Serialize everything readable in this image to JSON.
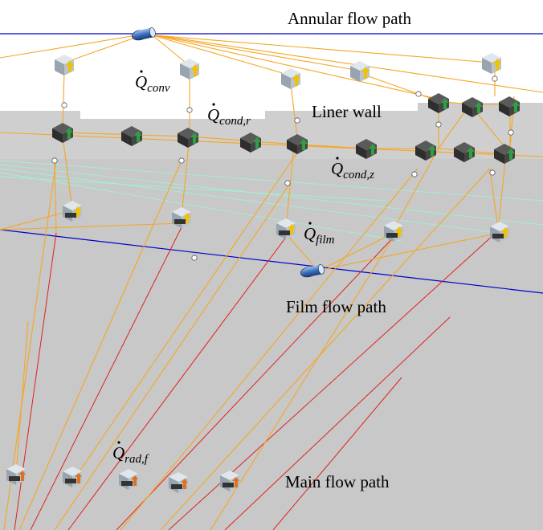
{
  "labels": {
    "annular_flow_path": "Annular flow path",
    "liner_wall": "Liner wall",
    "film_flow_path": "Film flow path",
    "main_flow_path": "Main flow path"
  },
  "heat_flows": {
    "conv": {
      "symbol": "Q",
      "sub": "conv"
    },
    "cond_r": {
      "symbol": "Q",
      "sub": "cond,r"
    },
    "cond_z": {
      "symbol": "Q",
      "sub": "cond,z"
    },
    "film": {
      "symbol": "Q",
      "sub": "film"
    },
    "rad_f": {
      "symbol": "Q",
      "sub": "rad,f"
    }
  },
  "colors": {
    "background_wall": "#cccccc",
    "conduction_link": "#f5a623",
    "flow_path": "#0000cc",
    "radiation_link": "#e02020",
    "film_link": "#9ff0d8",
    "node_dark": "#3a3a3a",
    "node_light": "#aab4bc",
    "arrow_green": "#2ea043",
    "arrow_yellow": "#f2c200",
    "arrow_orange": "#e07020"
  }
}
